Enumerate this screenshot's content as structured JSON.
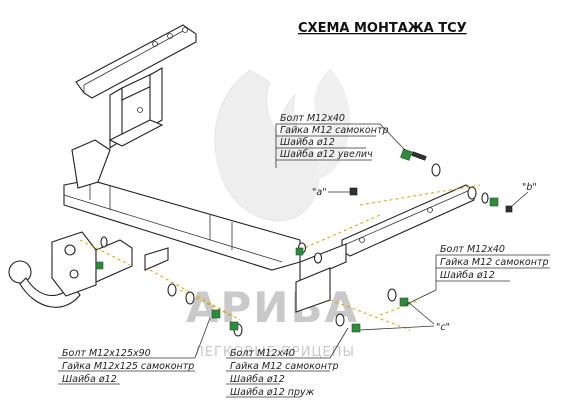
{
  "title": "СХЕМА МОНТАЖА ТСУ",
  "callout_top": [
    "Болт М12х40",
    "Гайка М12 самоконтр",
    "Шайба ø12",
    "Шайба ø12 увелич"
  ],
  "callout_right": [
    "Болт М12х40",
    "Гайка М12 самоконтр",
    "Шайба ø12"
  ],
  "callout_bottom_left": [
    "Болт М12х125х90",
    "Гайка М12х125 самоконтр",
    "Шайба ø12"
  ],
  "callout_bottom_mid": [
    "Болт М12х40",
    "Гайка М12 самоконтр",
    "Шайба ø12",
    "Шайба ø12 пруж"
  ],
  "markers": {
    "a": "\"a\"",
    "b": "\"b\"",
    "c": "\"c\""
  },
  "watermark": {
    "brand": "АРИВА",
    "tagline": "ЛЕГКОВЫЕ ПРИЦЕПЫ"
  },
  "colors": {
    "fastener": "#2e8b3e",
    "guide_line": "#e0a000"
  }
}
